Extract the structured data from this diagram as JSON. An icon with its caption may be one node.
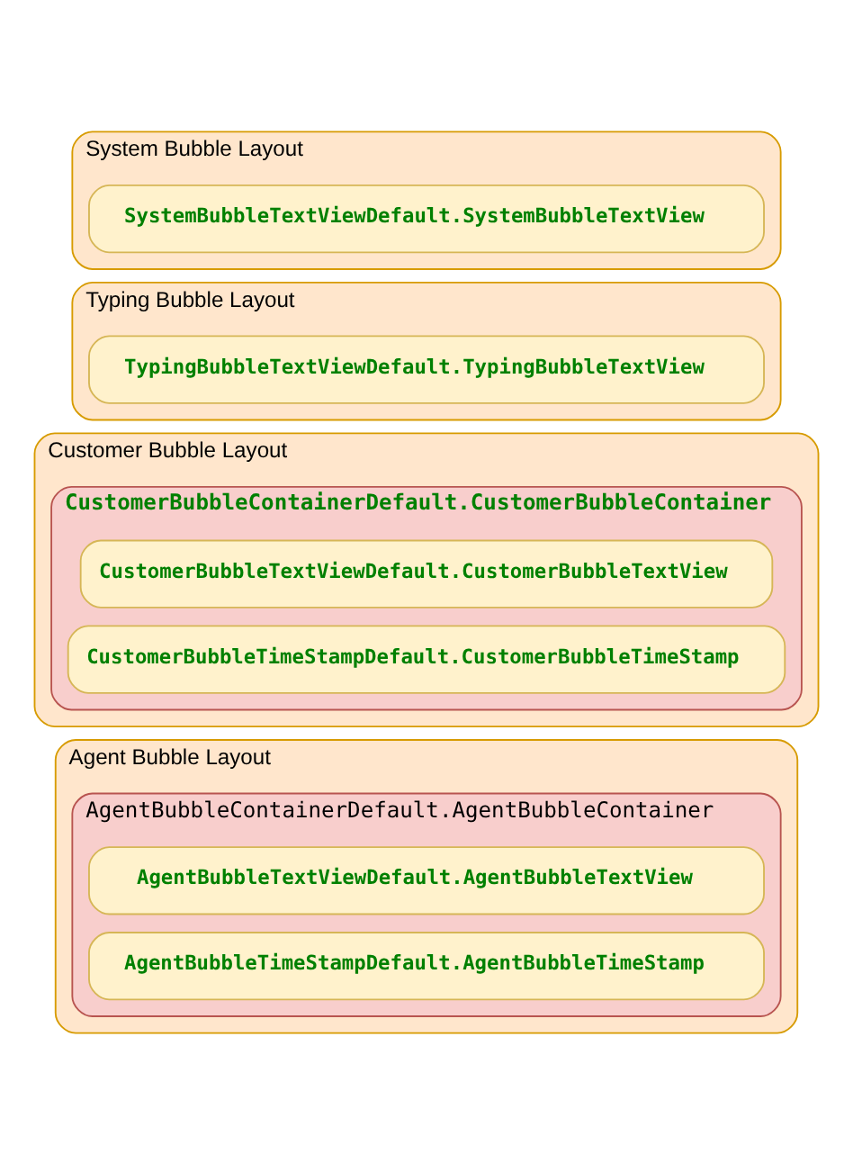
{
  "diagram": {
    "nodes": [
      {
        "text": [
          "Agent Bubble Layout"
        ]
      },
      {
        "text": [
          "AgentBubbleContainerDefault.AgentBubbleContainer"
        ],
        "in": 0
      },
      {
        "text": [
          "AgentBubbleTextViewDefault.AgentBubbleTextView"
        ],
        "in": 1
      },
      {
        "text": [
          "AgentBubbleTimeStampDefault.AgentBubbleTimeStamp"
        ],
        "in": 1
      },
      {
        "text": [
          "Customer Bubble Layout"
        ]
      },
      {
        "text": [
          "CustomerBubbleContainerDefault.CustomerBubbleContainer"
        ],
        "in": 4
      },
      {
        "text": [
          "CustomerBubbleTextViewDefault.CustomerBubbleTextView"
        ],
        "in": 5
      },
      {
        "text": [
          "CustomerBubbleTimeStampDefault.CustomerBubbleTimeStamp"
        ],
        "in": 5
      },
      {
        "text": [
          "Typing Bubble Layout"
        ]
      },
      {
        "text": [
          "TypingBubbleTextViewDefault.TypingBubbleTextView"
        ],
        "in": 8
      },
      {
        "text": [
          "System Bubble Layout"
        ]
      },
      {
        "text": [
          "SystemBubbleTextViewDefault.SystemBubbleTextView"
        ],
        "in": 10
      }
    ],
    "edges": []
  }
}
